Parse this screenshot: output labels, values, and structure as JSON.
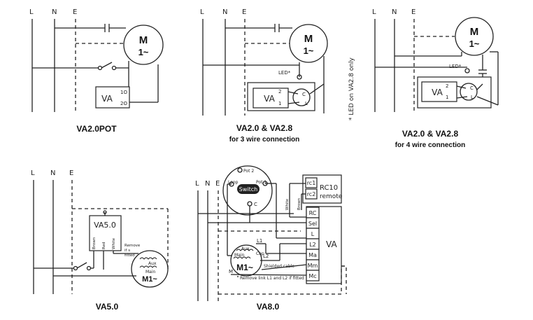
{
  "rails": {
    "l": "L",
    "n": "N",
    "e": "E"
  },
  "motor": {
    "letter": "M",
    "tilde": "1~"
  },
  "va": "VA",
  "pins": {
    "p1": "1",
    "p2": "2",
    "o1": "1O",
    "o2": "2O"
  },
  "led": "LED*",
  "c": "C",
  "lpin": "L",
  "note": "* LED on VA2.8 only",
  "d1": {
    "caption": "VA2.0POT"
  },
  "d2": {
    "caption": "VA2.0 & VA2.8",
    "sub": "for 3 wire connection"
  },
  "d3": {
    "caption": "VA2.0 & VA2.8",
    "sub": "for 4 wire connection"
  },
  "d4": {
    "caption": "VA5.0",
    "box": "VA5.0",
    "brown": "Brown",
    "red": "Red",
    "white": "White",
    "remove": "Remove",
    "ifs": "if s",
    "fitted": "fitted",
    "aux": "Aux",
    "main": "Main",
    "motor": "M1~"
  },
  "d5": {
    "caption": "VA8.0",
    "pot2": "Pot 2",
    "pot1": "Pot 1",
    "loop": "Loop",
    "switch": "Switch",
    "pc": "C",
    "rc1": "rc1",
    "rc2": "rc2",
    "rc10": "RC10",
    "remote": "remote",
    "white": "White",
    "brown": "Brown",
    "terms": [
      "RC",
      "Sel",
      "L",
      "L2",
      "Ma",
      "Mm",
      "Mc"
    ],
    "va": "VA",
    "l1": "L1",
    "l2": "L2",
    "aux": "Aux",
    "main": "Main",
    "cap": "Cap",
    "motor": "M1~",
    "mlabel": "M",
    "shielded": "Shielded cable",
    "removeline": "Remove link L1 and L2 if fitted"
  }
}
